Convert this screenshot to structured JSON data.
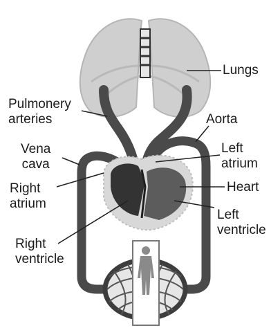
{
  "labels": {
    "lungs": "Lungs",
    "pulmonary_arteries": [
      "Pulmonery",
      "arteries"
    ],
    "aorta": "Aorta",
    "vena_cava": [
      "Vena",
      "cava"
    ],
    "left_atrium": [
      "Left",
      "atrium"
    ],
    "right_atrium": [
      "Right",
      "atrium"
    ],
    "heart": "Heart",
    "left_ventricle": [
      "Left",
      "ventricle"
    ],
    "right_ventricle": [
      "Right",
      "ventricle"
    ]
  },
  "colors": {
    "vessel": "#4a4a4a",
    "vessel_light": "#7d7d7d",
    "lungs": "#cfcfcf",
    "lungs_edge": "#b5b5b5",
    "heart_dark": "#333333",
    "heart_mid": "#5c5c5c",
    "heart_bg": "#d8d8d8",
    "leader": "#222222"
  },
  "icons": {
    "body": "human-body-icon",
    "capillary": "capillary-network-icon"
  }
}
